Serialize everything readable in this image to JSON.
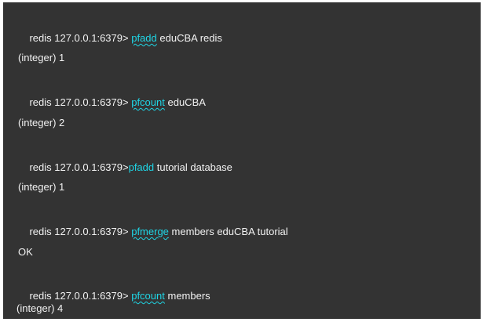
{
  "terminal": {
    "lines": [
      {
        "type": "command",
        "prompt": "redis 127.0.0.1:6379>",
        "sep": " ",
        "cmd": "pfadd",
        "squiggle": true,
        "args": " eduCBA redis"
      },
      {
        "type": "output",
        "text": "(integer) 1"
      },
      {
        "type": "command",
        "prompt": "redis 127.0.0.1:6379>",
        "sep": " ",
        "cmd": "pfcount",
        "squiggle": true,
        "args": " eduCBA"
      },
      {
        "type": "output",
        "text": "(integer) 2"
      },
      {
        "type": "command",
        "prompt": "redis 127.0.0.1:6379>",
        "sep": "",
        "cmd": "pfadd",
        "squiggle": false,
        "args": " tutorial database"
      },
      {
        "type": "output",
        "text": "(integer) 1"
      },
      {
        "type": "command",
        "prompt": "redis 127.0.0.1:6379>",
        "sep": " ",
        "cmd": "pfmerge",
        "squiggle": true,
        "args": " members eduCBA tutorial"
      },
      {
        "type": "output",
        "text": "OK"
      },
      {
        "type": "command",
        "prompt": "redis 127.0.0.1:6379>",
        "sep": " ",
        "cmd": "pfcount",
        "squiggle": true,
        "args": " members"
      },
      {
        "type": "output",
        "text": "(integer) 4"
      }
    ]
  },
  "colors": {
    "background": "#333333",
    "text": "#f2f2f2",
    "command": "#1fd6e6"
  }
}
